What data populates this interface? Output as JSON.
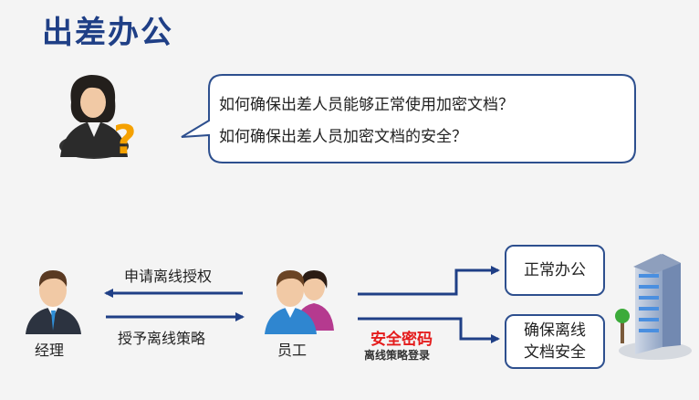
{
  "title": "出差办公",
  "bubble": {
    "line1": "如何确保出差人员能够正常使用加密文档？",
    "line2": "如何确保出差人员加密文档的安全？"
  },
  "people": {
    "manager": "经理",
    "staff": "员工"
  },
  "arrows": {
    "apply": "申请离线授权",
    "grant": "授予离线策略",
    "password": "安全密码",
    "login": "离线策略登录"
  },
  "boxes": {
    "normal": "正常办公",
    "secure_line1": "确保离线",
    "secure_line2": "文档安全"
  },
  "colors": {
    "title": "#1f3f86",
    "arrow": "#1f3f86",
    "password": "#e41c1c"
  },
  "icons": [
    "question-user-icon",
    "manager-icon",
    "staff-icon",
    "server-building-icon"
  ]
}
